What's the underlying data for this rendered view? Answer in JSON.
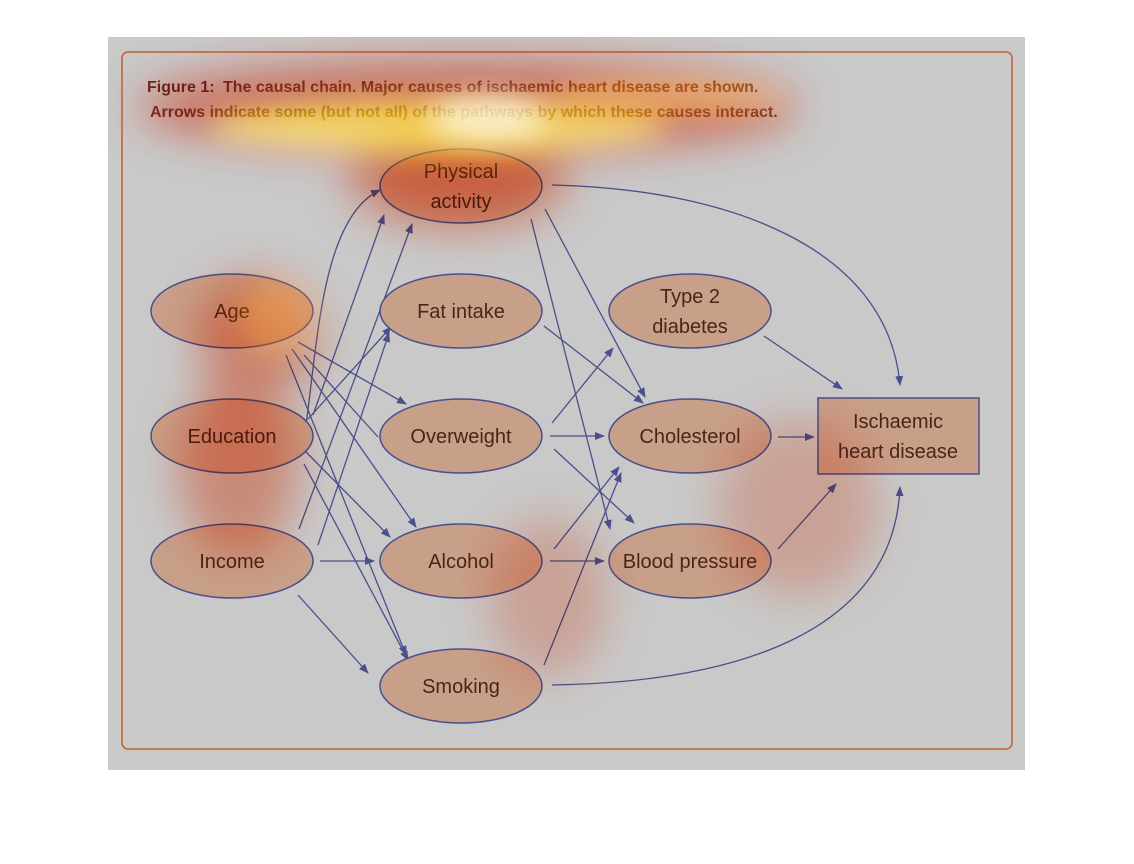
{
  "caption": {
    "figure_label": "Figure 1:",
    "line1": "The causal chain. Major causes of ischaemic heart disease are shown.",
    "line2": "Arrows indicate some (but not all) of the pathways by which these causes interact."
  },
  "nodes": {
    "physical_activity": {
      "line1": "Physical",
      "line2": "activity"
    },
    "age": "Age",
    "education": "Education",
    "income": "Income",
    "fat_intake": "Fat intake",
    "overweight": "Overweight",
    "alcohol": "Alcohol",
    "smoking": "Smoking",
    "type2_diabetes": {
      "line1": "Type 2",
      "line2": "diabetes"
    },
    "cholesterol": "Cholesterol",
    "blood_pressure": "Blood pressure",
    "ihd": {
      "line1": "Ischaemic",
      "line2": "heart disease"
    }
  },
  "colors": {
    "background": "#c9c9c9",
    "frame": "#c0602e",
    "node_fill": "#c8a08a",
    "node_stroke": "#4b4f8c",
    "arrow": "#4b4f8c",
    "text": "#4a2516"
  }
}
